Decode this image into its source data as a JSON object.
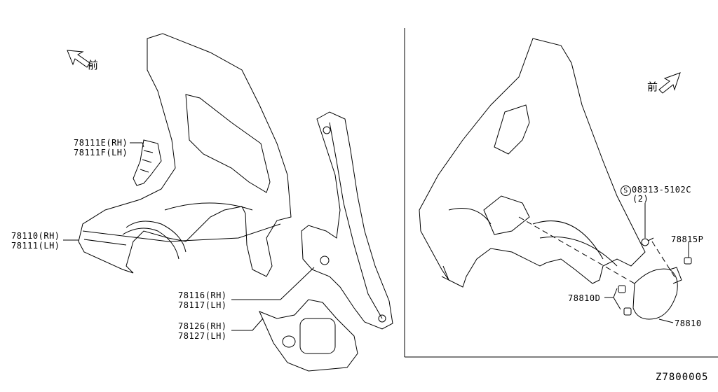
{
  "diagram": {
    "front_label": "前",
    "callouts": [
      {
        "part": "78111E",
        "side": "(RH)"
      },
      {
        "part": "78111F",
        "side": "(LH)"
      },
      {
        "part": "78110",
        "side": "(RH)"
      },
      {
        "part": "78111",
        "side": "(LH)"
      },
      {
        "part": "78116",
        "side": "(RH)"
      },
      {
        "part": "78117",
        "side": "(LH)"
      },
      {
        "part": "78126",
        "side": "(RH)"
      },
      {
        "part": "78127",
        "side": "(LH)"
      }
    ],
    "right_callouts": {
      "screw_symbol": "S",
      "screw_part": "08313-5102C",
      "screw_qty": "(2)",
      "p1": "78815P",
      "p2": "78810D",
      "p3": "78810"
    },
    "reference_code": "Z7800005"
  }
}
